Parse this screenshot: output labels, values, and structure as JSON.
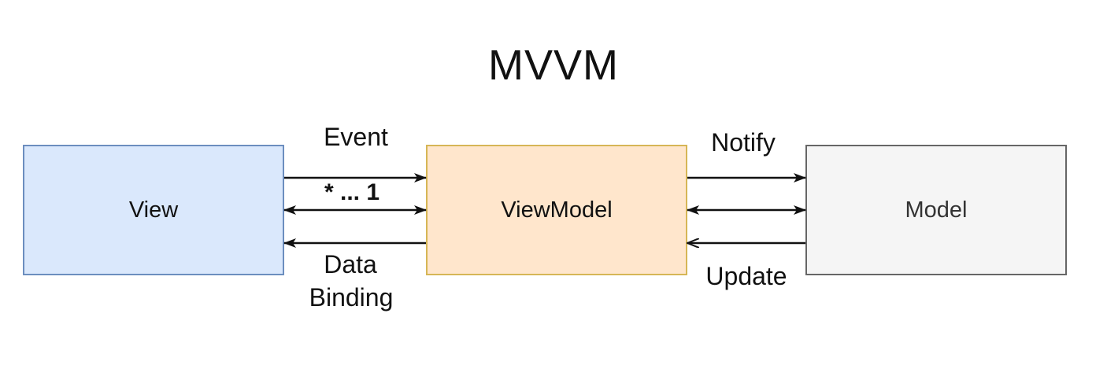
{
  "diagram": {
    "title": "MVVM",
    "nodes": {
      "view": {
        "label": "View",
        "fill": "#dae8fc",
        "stroke": "#6c8ebf"
      },
      "viewmodel": {
        "label": "ViewModel",
        "fill": "#ffe6cc",
        "stroke": "#d6b656"
      },
      "model": {
        "label": "Model",
        "fill": "#f5f5f5",
        "stroke": "#666666"
      }
    },
    "edges": {
      "view_to_viewmodel": {
        "from": "View",
        "to": "ViewModel",
        "label": "Event"
      },
      "view_viewmodel_bidirectional": {
        "from": "View",
        "to": "ViewModel",
        "label": "* ... 1"
      },
      "viewmodel_to_view": {
        "from": "ViewModel",
        "to": "View",
        "label_line1": "Data",
        "label_line2": "Binding"
      },
      "viewmodel_to_model": {
        "from": "ViewModel",
        "to": "Model",
        "label": "Notify"
      },
      "viewmodel_model_bidirectional": {
        "from": "ViewModel",
        "to": "Model",
        "label": ""
      },
      "model_to_viewmodel": {
        "from": "Model",
        "to": "ViewModel",
        "label": "Update"
      }
    }
  }
}
